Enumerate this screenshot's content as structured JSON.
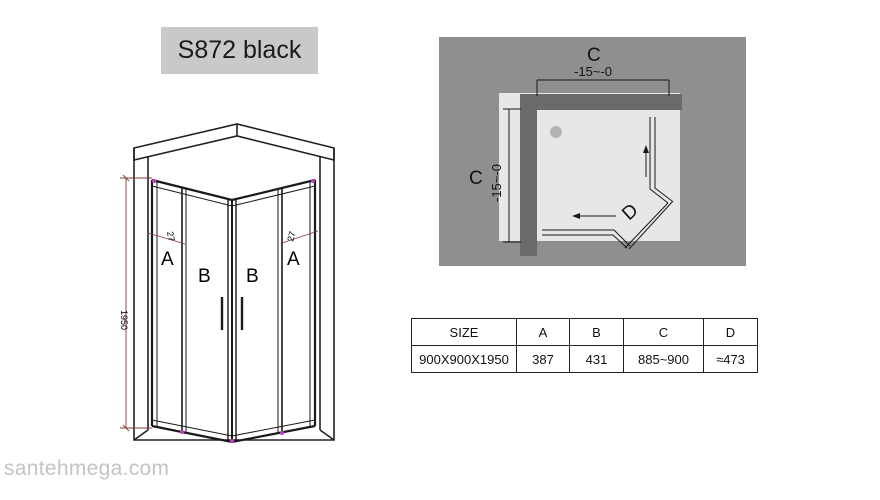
{
  "title": "S872 black",
  "elevation": {
    "height_label": "1950",
    "angle_label_left": "27",
    "angle_label_right": "27",
    "panel_label_a": "A",
    "panel_label_b": "B"
  },
  "plan": {
    "dim_top_letter": "C",
    "dim_top_range": "-15~-0",
    "dim_left_letter": "C",
    "dim_left_range": "-15~-0",
    "door_label": "D"
  },
  "spec_table": {
    "headers": [
      "SIZE",
      "A",
      "B",
      "C",
      "D"
    ],
    "row": [
      "900X900X1950",
      "387",
      "431",
      "885~900",
      "≈473"
    ]
  },
  "watermark": "santehmega.com"
}
